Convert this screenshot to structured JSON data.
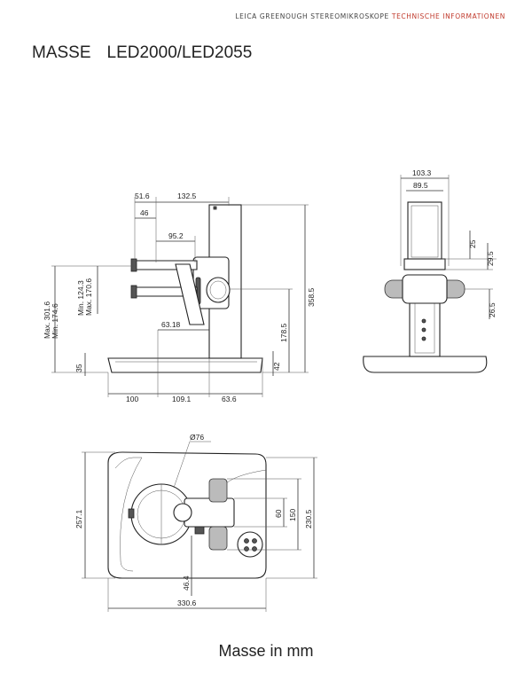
{
  "header": {
    "series": "LEICA GREENOUGH STEREOMIKROSKOPE",
    "section": "TECHNISCHE INFORMATIONEN",
    "colors": {
      "series": "#444444",
      "section": "#c0392b"
    }
  },
  "title": {
    "prefix": "MASSE",
    "models": "LED2000/LED2055"
  },
  "side_view": {
    "dims": {
      "d51_6": "51.6",
      "d132_5": "132.5",
      "d46": "46",
      "d95_2": "95.2",
      "d63_18": "63.18",
      "d100": "100",
      "d109_1": "109.1",
      "d63_6": "63.6",
      "d358_5": "358.5",
      "d178_5": "178.5",
      "d42": "42",
      "d35": "35",
      "max_min_outer": "Max. 301.6\nMin. 174.6",
      "min_max_inner": "Min. 124.3\nMax. 170.6"
    }
  },
  "front_view": {
    "dims": {
      "d103_3": "103.3",
      "d89_5": "89.5",
      "d25": "25",
      "d29_5": "29.5",
      "d26_5": "26.5"
    }
  },
  "top_view": {
    "dims": {
      "d76": "Ø76",
      "d257_1": "257.1",
      "d60": "60",
      "d150": "150",
      "d230_5": "230.5",
      "d46_4": "46.4",
      "d330_6": "330.6"
    }
  },
  "footer": "Masse in mm"
}
